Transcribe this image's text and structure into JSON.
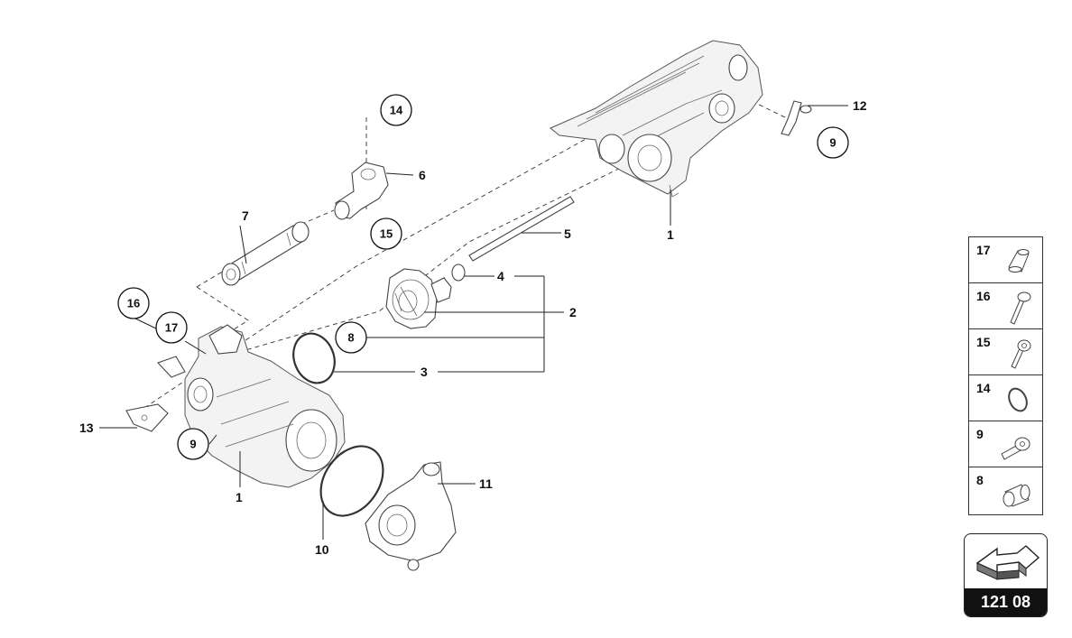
{
  "callouts": {
    "c14": "14",
    "c6": "6",
    "c15": "15",
    "c7": "7",
    "c5": "5",
    "c1_top": "1",
    "c12": "12",
    "c9_top": "9",
    "c4": "4",
    "c2": "2",
    "c8": "8",
    "c3": "3",
    "c16": "16",
    "c17": "17",
    "c13": "13",
    "c9_left": "9",
    "c1_bottom": "1",
    "c11": "11",
    "c10": "10"
  },
  "legend": {
    "items": [
      {
        "number": "17",
        "icon": "plug-icon"
      },
      {
        "number": "16",
        "icon": "bolt-icon"
      },
      {
        "number": "15",
        "icon": "screw-icon"
      },
      {
        "number": "14",
        "icon": "o-ring-icon"
      },
      {
        "number": "9",
        "icon": "flange-screw-icon"
      },
      {
        "number": "8",
        "icon": "sleeve-icon"
      }
    ]
  },
  "page_badge": {
    "code": "121 08",
    "icon": "direction-arrow-icon"
  }
}
